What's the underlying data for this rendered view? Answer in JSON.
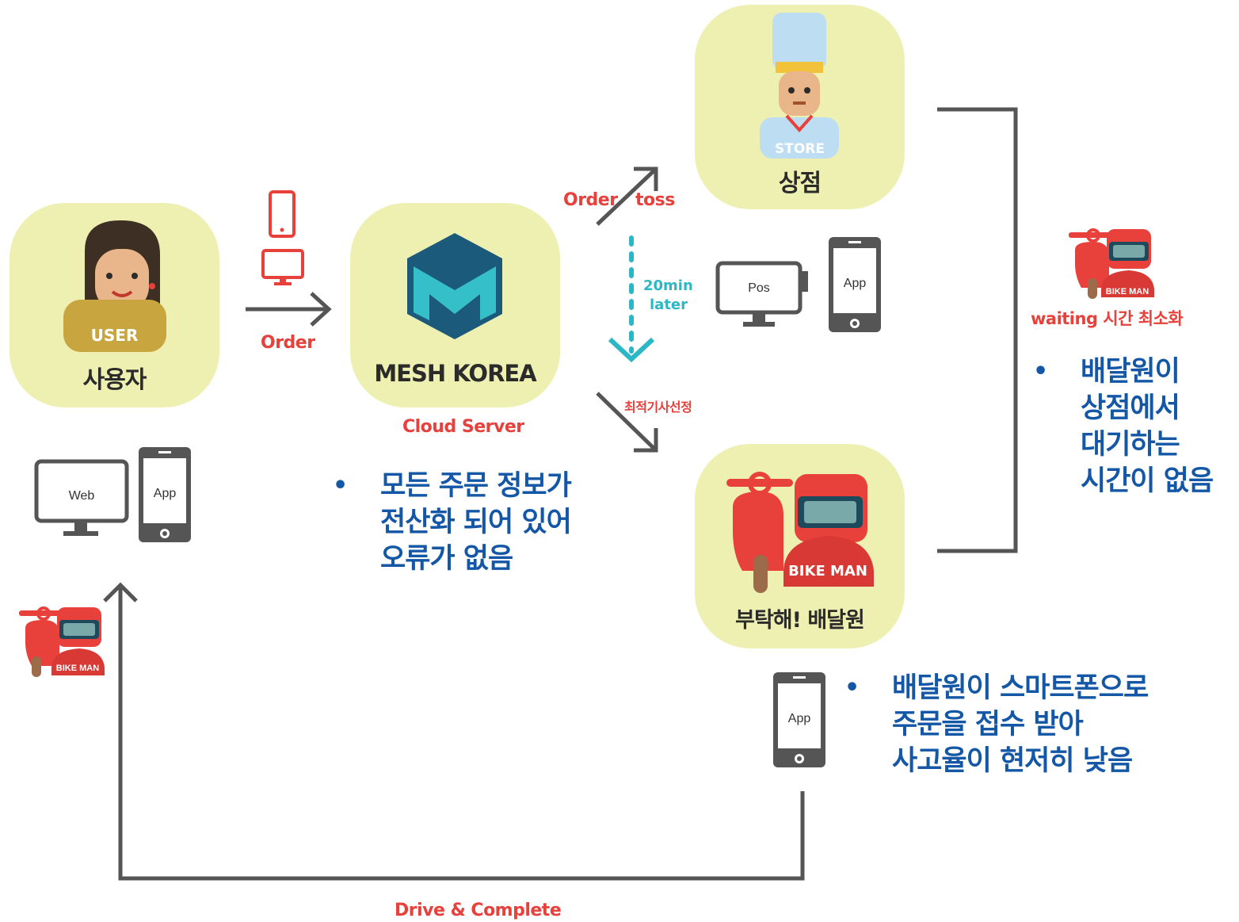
{
  "nodes": {
    "user": {
      "badge": "USER",
      "label": "사용자"
    },
    "mesh": {
      "label": "MESH KOREA",
      "caption": "Cloud Server"
    },
    "store": {
      "badge": "STORE",
      "label": "상점"
    },
    "bikeman": {
      "badge": "BIKE MAN",
      "label": "부탁해! 배달원"
    },
    "bikeman_small_right": {
      "badge": "BIKE MAN",
      "caption": "waiting 시간 최소화"
    },
    "bikeman_small_left": {
      "badge": "BIKE MAN"
    }
  },
  "flows": {
    "order": "Order",
    "order_toss_a": "Order",
    "order_toss_b": "toss",
    "delay_a": "20min",
    "delay_b": "later",
    "dispatch": "최적기사선정",
    "complete": "Drive & Complete"
  },
  "devices": {
    "web": "Web",
    "app": "App",
    "pos": "Pos"
  },
  "notes": {
    "center": [
      "모든 주문 정보가",
      "전산화 되어 있어",
      "오류가 없음"
    ],
    "right": [
      "배달원이",
      "상점에서",
      "대기하는",
      "시간이 없음"
    ],
    "bottom": [
      "배달원이 스마트폰으로",
      "주문을 접수 받아",
      "사고율이 현저히 낮음"
    ],
    "bullet": "•"
  },
  "colors": {
    "tile": "#EEF0B2",
    "accent_red": "#E8403A",
    "teal": "#2BB7C5",
    "note_blue": "#1357A6",
    "line_gray": "#555555",
    "mesh_dark": "#1B5A7A",
    "mesh_light": "#35BFC9"
  }
}
